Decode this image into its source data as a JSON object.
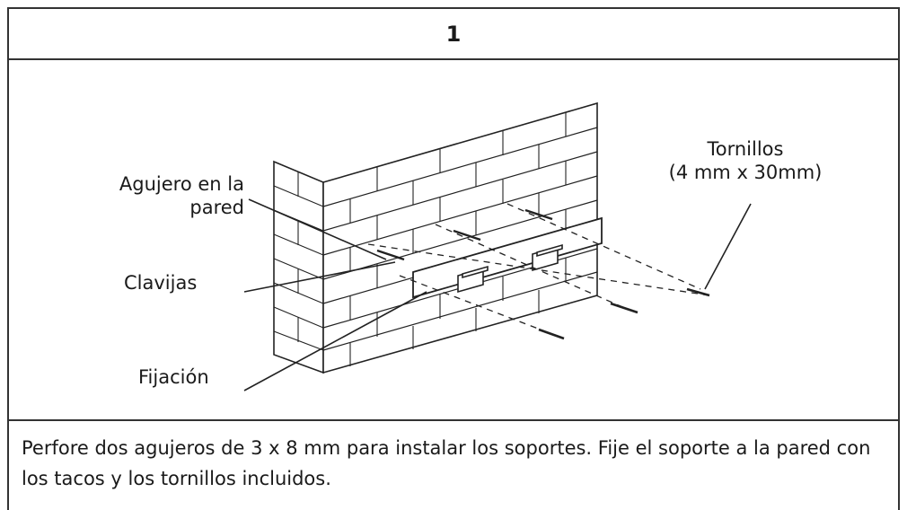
{
  "step": {
    "number": "1"
  },
  "figure": {
    "labels": {
      "agujero_line1": "Agujero en la",
      "agujero_line2": "pared",
      "clavijas": "Clavijas",
      "fijacion": "Fijación",
      "tornillos_line1": "Tornillos",
      "tornillos_line2": "(4 mm x 30mm)"
    }
  },
  "caption": {
    "text": "Perfore dos agujeros de 3 x 8 mm para instalar los soportes. Fije el soporte a la pared con los tacos y los tornillos incluidos."
  }
}
